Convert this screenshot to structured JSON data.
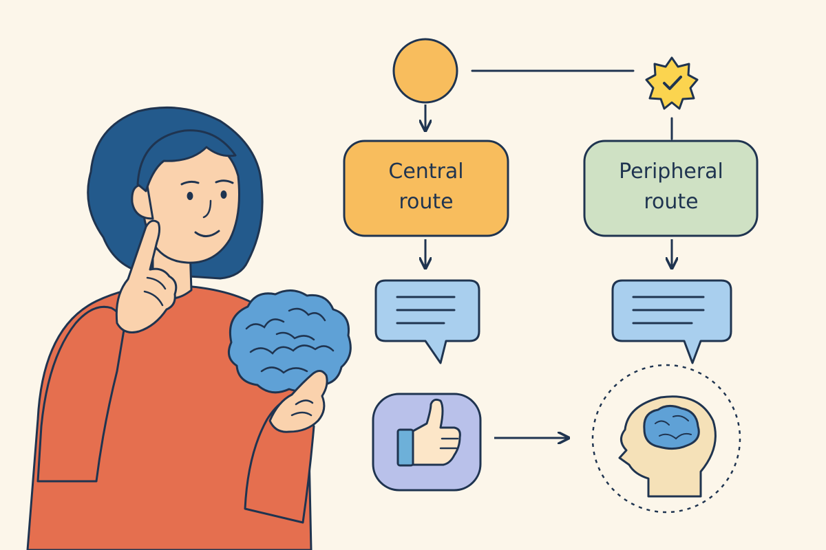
{
  "colors": {
    "background": "#fcf6ea",
    "outline": "#1f3450",
    "central": "#f8bd5d",
    "peripheral": "#cfe1c4",
    "bubble": "#a9cfee",
    "thumb_bg": "#b9c1ea",
    "shirt": "#e56f4f",
    "hair": "#235a8c",
    "skin": "#fad2ad",
    "brain": "#5fa1d6",
    "badge": "#fbd44f"
  },
  "nodes": {
    "central": {
      "line1": "Central",
      "line2": "route"
    },
    "peripheral": {
      "line1": "Peripheral",
      "line2": "route"
    }
  },
  "icons": {
    "top_node": "circle-node-icon",
    "badge": "check-badge-icon",
    "bubble": "speech-bubble-icon",
    "thumb": "thumbs-up-icon",
    "head": "head-brain-icon",
    "brain": "brain-icon",
    "person": "thinking-woman-illustration"
  }
}
